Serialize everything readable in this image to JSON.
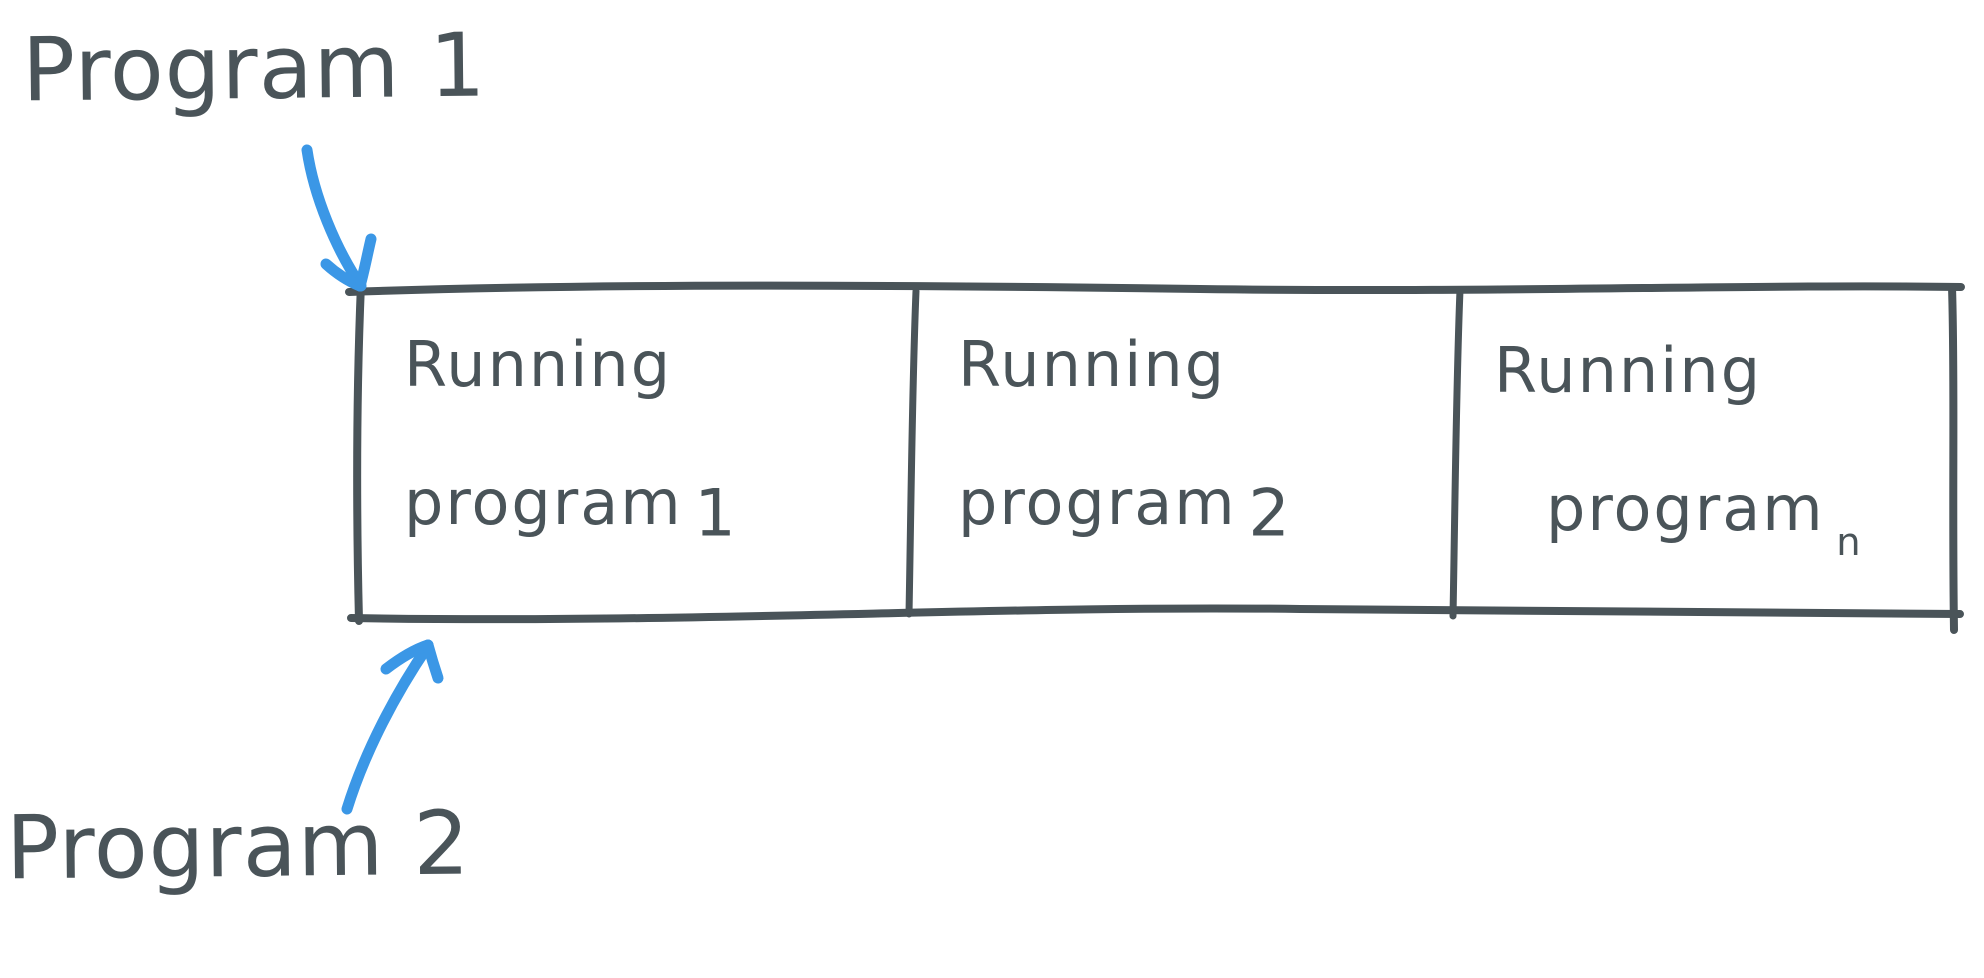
{
  "colors": {
    "ink": "#4a5459",
    "box_fill": "#ececea",
    "arrow_blue": "#3b97e6",
    "background": "#ffffff"
  },
  "labels": {
    "program1": "Program 1",
    "program2": "Program 2"
  },
  "memory_box": {
    "cells": [
      {
        "line1": "Running",
        "line2": "program",
        "subscript": "1"
      },
      {
        "line1": "Running",
        "line2": "program",
        "subscript": "2"
      },
      {
        "line1": "Running",
        "line2": "program",
        "subscript": "n"
      }
    ]
  }
}
